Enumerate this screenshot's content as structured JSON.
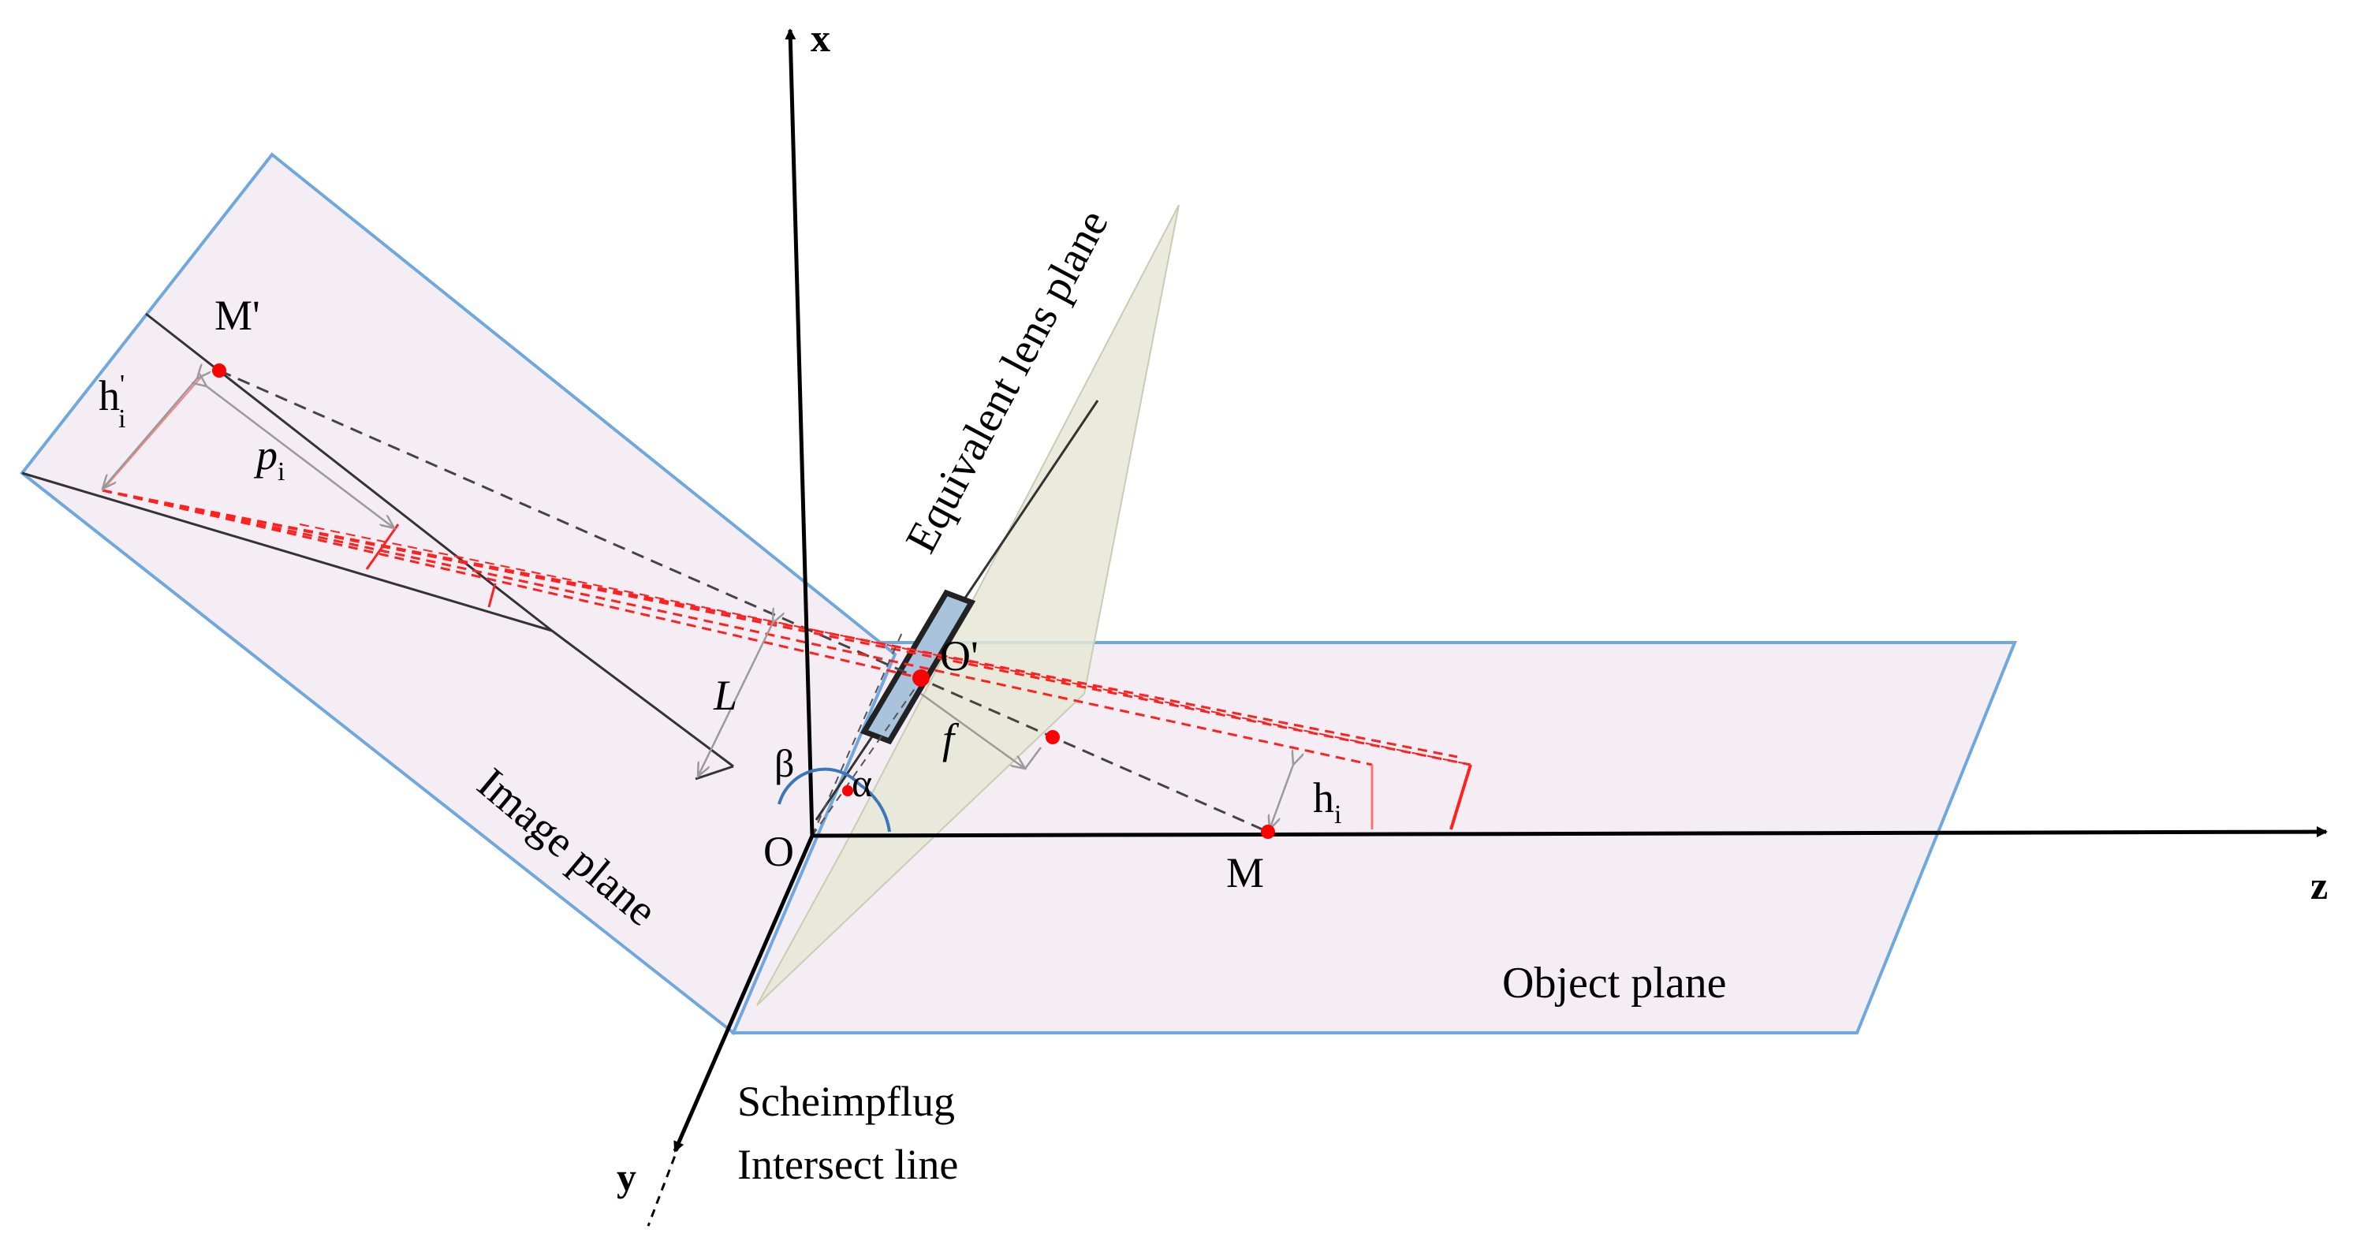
{
  "labels": {
    "axis_x": "x",
    "axis_y": "y",
    "axis_z": "z",
    "origin": "O",
    "lens_center": "O'",
    "object_point": "M",
    "image_point": "M'",
    "lens_plane": "Equivalent lens plane",
    "image_plane": "Image plane",
    "object_plane": "Object plane",
    "scheimpflug_line1": "Scheimpflug",
    "scheimpflug_line2": "Intersect line",
    "dist_L": "L",
    "focal_f": "f",
    "angle_alpha": "α",
    "angle_beta": "β",
    "h_main": "h",
    "h_sub": "i",
    "h_prime_main": "h",
    "h_prime_sup": "'",
    "h_prime_sub": "i",
    "p_main": "p",
    "p_sub": "i"
  },
  "colors": {
    "plane_fill": "#f4eef4",
    "plane_edge": "#6fa8dc",
    "lens_plane_fill": "#e6e8d6",
    "lens_body": "#a9c3dd",
    "ray_red": "#ff2020",
    "point_red": "#ff0000",
    "axis": "#000000",
    "dim_gray": "#9a9a9a"
  }
}
